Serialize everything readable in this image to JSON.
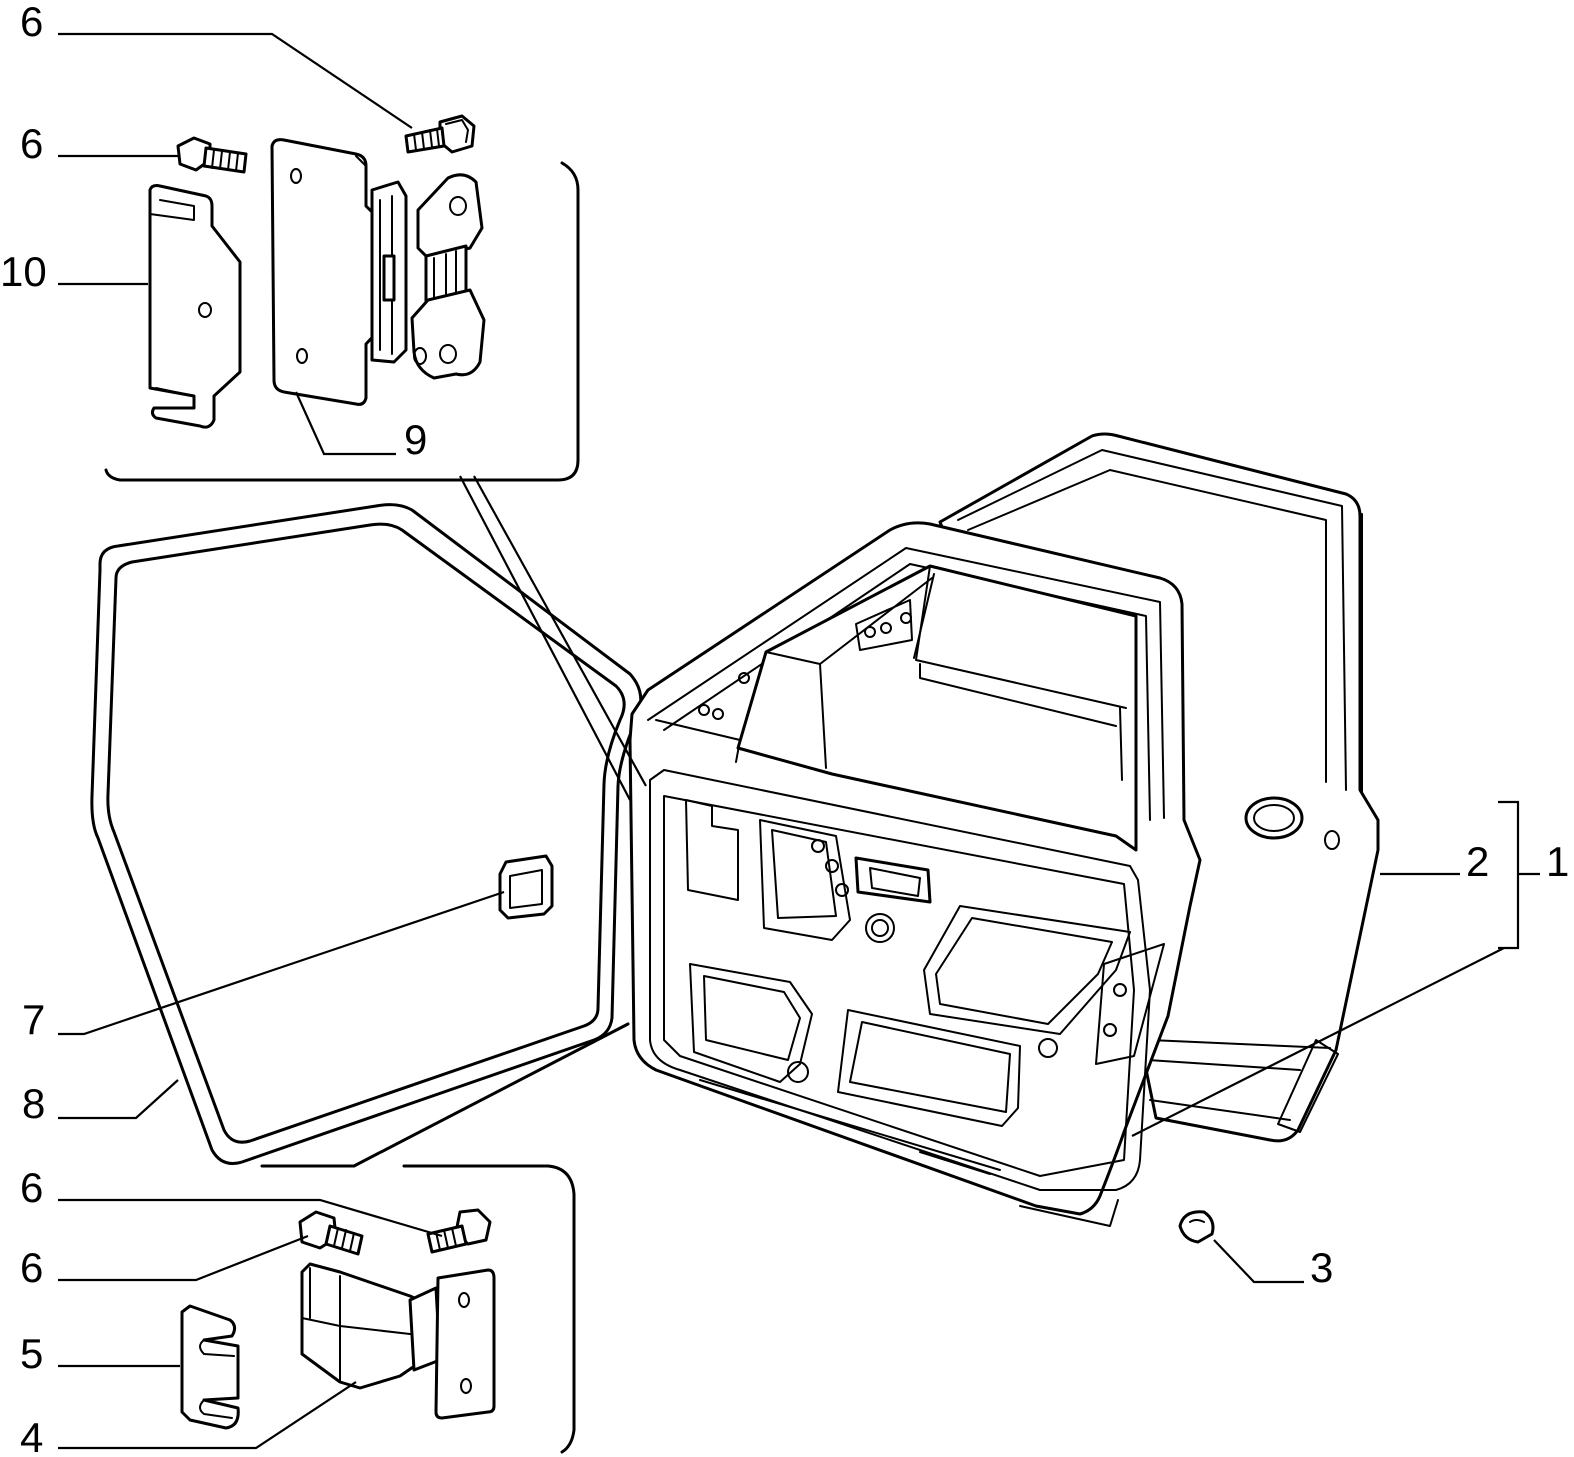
{
  "callouts": {
    "c1": "1",
    "c2": "2",
    "c3": "3",
    "c4": "4",
    "c5": "5",
    "c6a": "6",
    "c6b": "6",
    "c6c": "6",
    "c6d": "6",
    "c7": "7",
    "c8": "8",
    "c9": "9",
    "c10": "10"
  }
}
